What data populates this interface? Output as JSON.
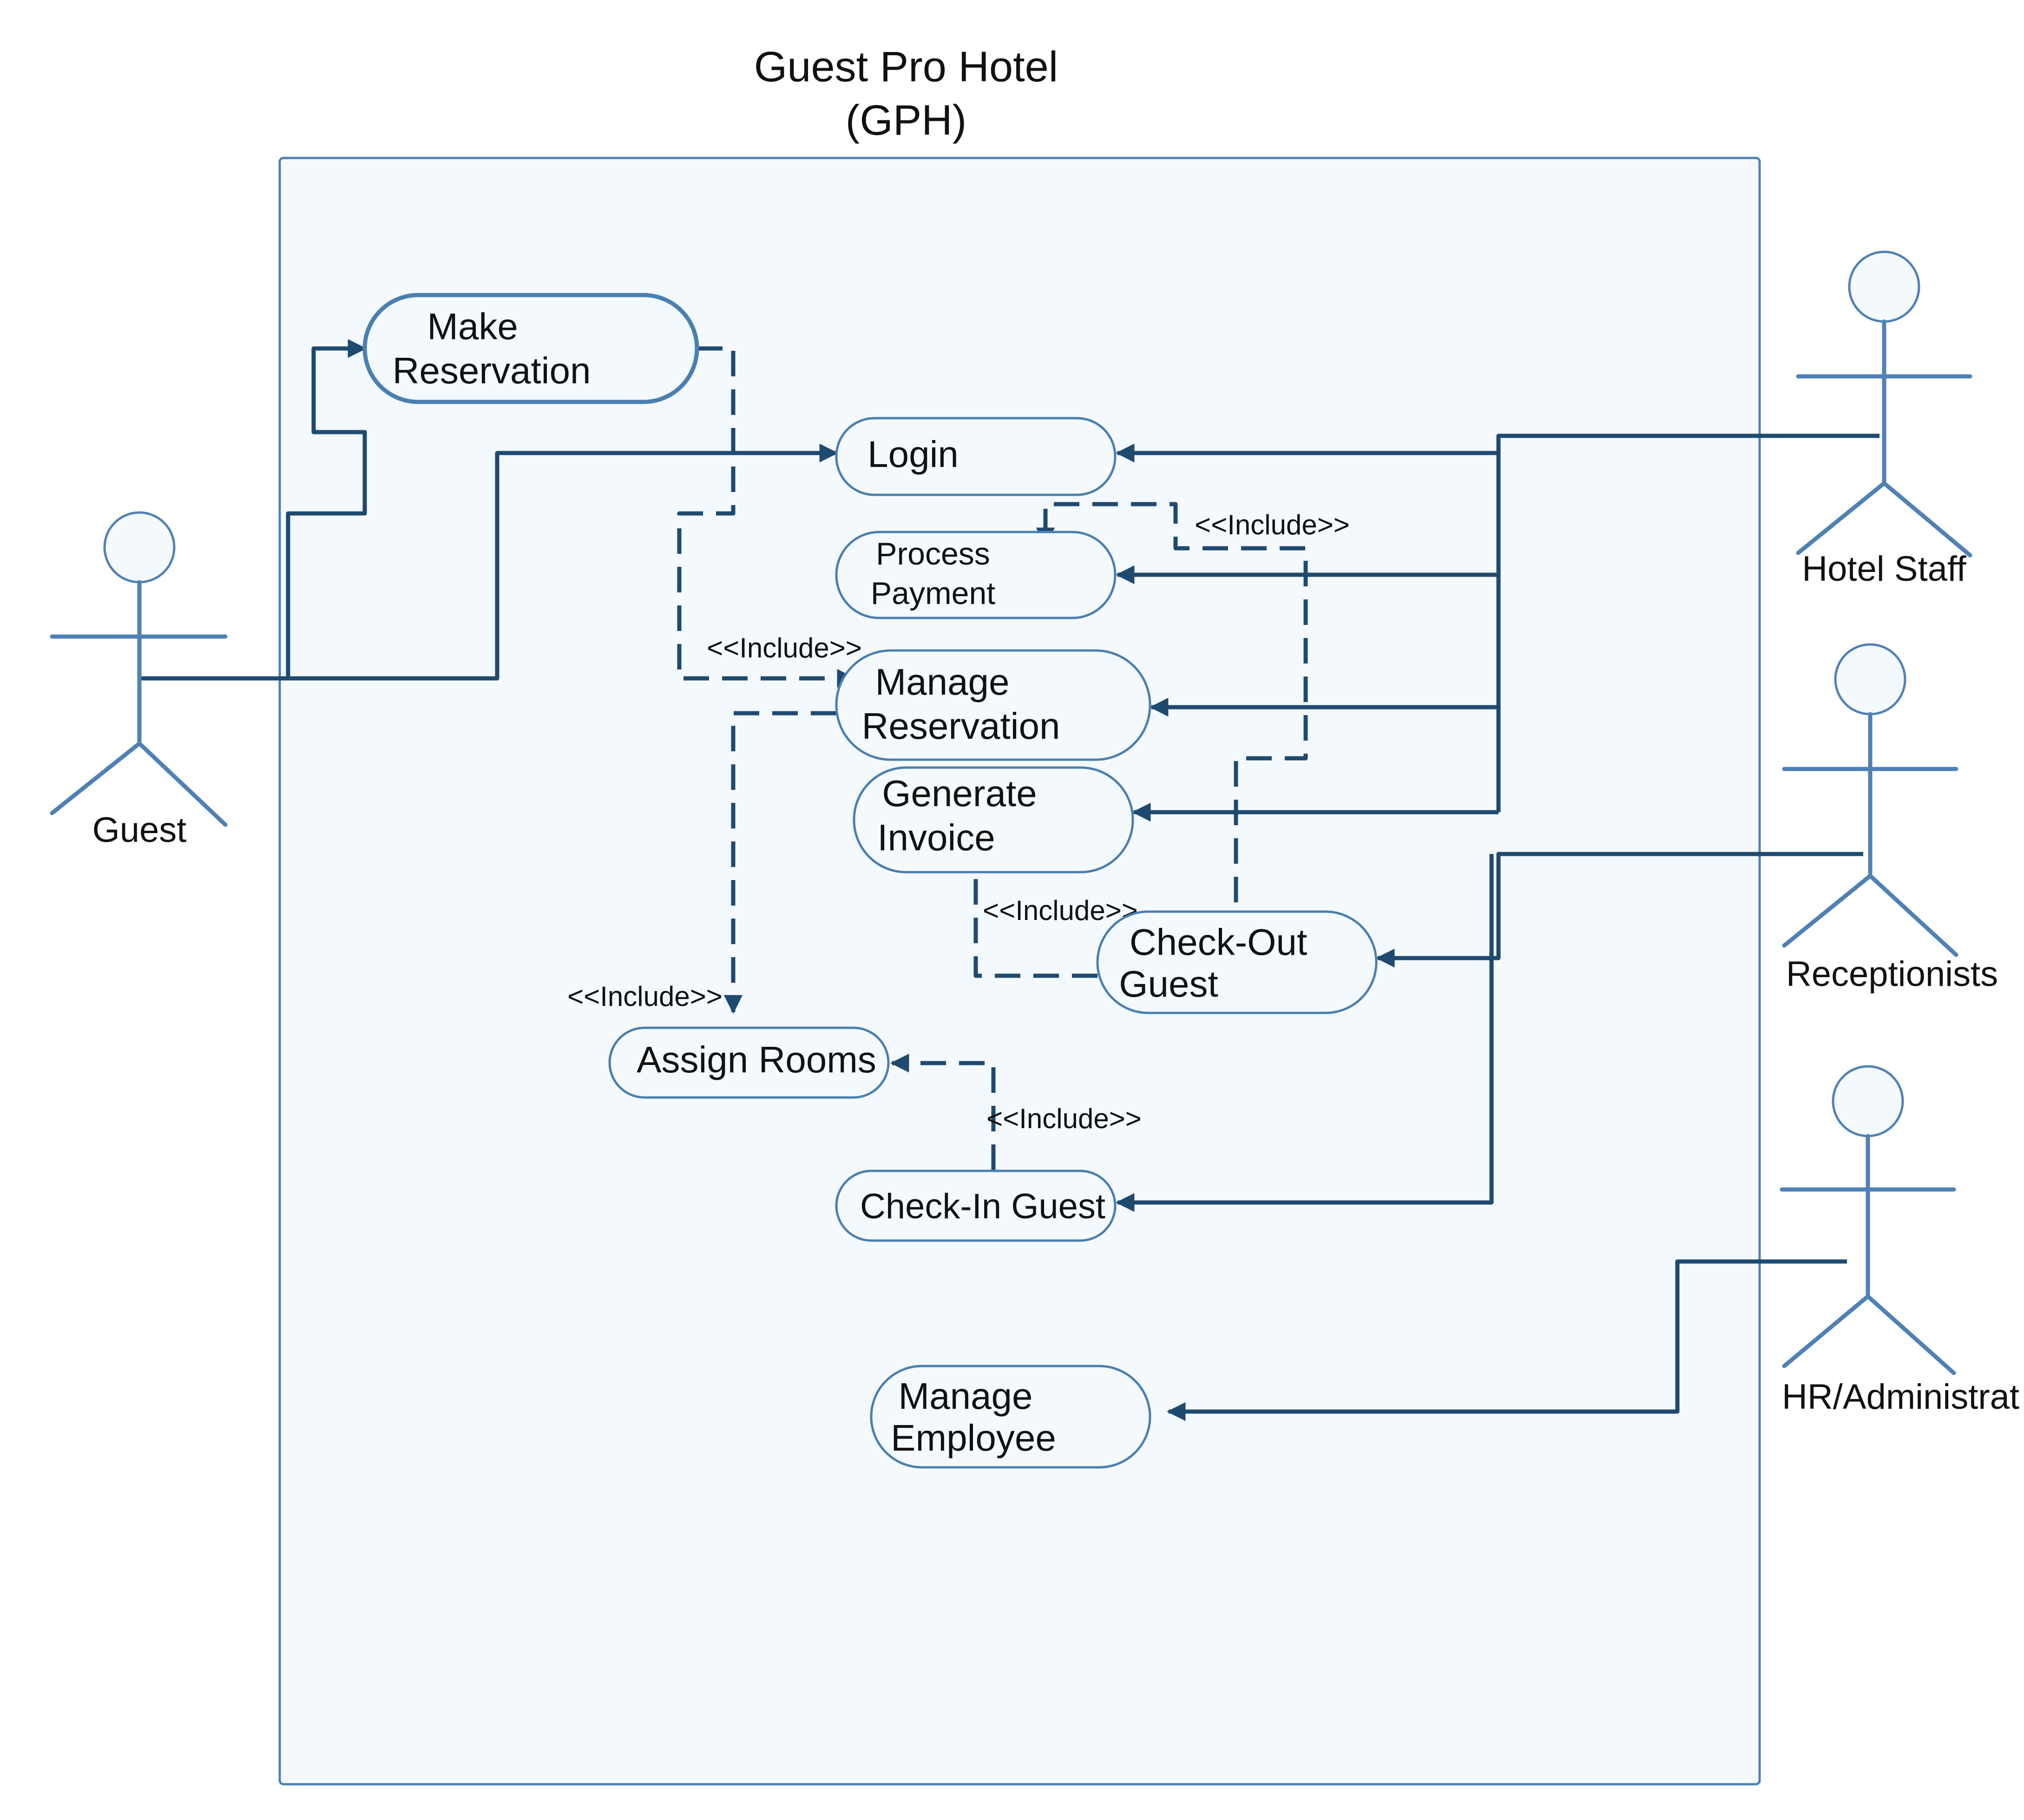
{
  "system": {
    "title_line1": "Guest Pro Hotel",
    "title_line2": "(GPH)"
  },
  "actors": {
    "guest": "Guest",
    "hotel_staff": "Hotel Staff",
    "receptionists": "Receptionists",
    "hr_admin": "HR/Administrat"
  },
  "use_cases": {
    "make_reservation": [
      "Make",
      "Reservation"
    ],
    "login": [
      "Login"
    ],
    "process_payment": [
      "Process",
      "Payment"
    ],
    "manage_reservation": [
      "Manage",
      "Reservation"
    ],
    "generate_invoice": [
      "Generate",
      "Invoice"
    ],
    "check_out_guest": [
      "Check-Out",
      "Guest"
    ],
    "assign_rooms": [
      "Assign Rooms"
    ],
    "check_in_guest": [
      "Check-In Guest"
    ],
    "manage_employee": [
      "Manage",
      "Employee"
    ]
  },
  "relations": {
    "include_label": "<<Include>>"
  },
  "colors": {
    "system_fill": "#f4f9fe",
    "system_stroke": "#4f81b5",
    "shape_stroke": "#4a7fb0",
    "actor_stroke": "#4f81b5",
    "connector": "#1f4a70"
  }
}
